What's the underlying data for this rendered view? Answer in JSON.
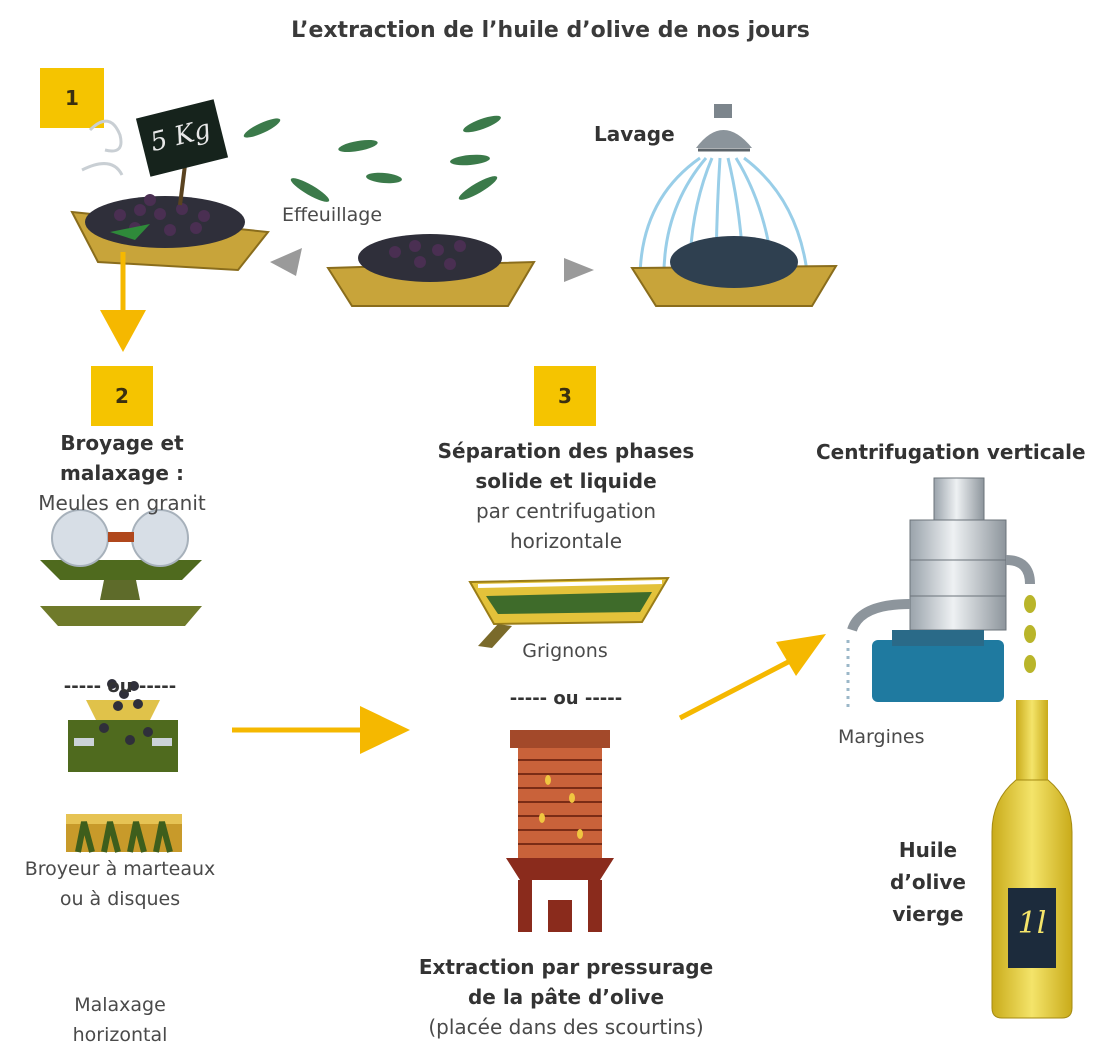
{
  "title": "L’extraction de l’huile d’olive de nos jours",
  "steps": {
    "s1": "1",
    "s2": "2",
    "s3": "3"
  },
  "step1": {
    "sign": "5 Kg",
    "effeuillage": "Effeuillage",
    "lavage": "Lavage"
  },
  "step2": {
    "title_line1": "Broyage et",
    "title_line2": "malaxage :",
    "meules": "Meules en granit",
    "ou": "----- ou -----",
    "broyeur_line1": "Broyeur à marteaux",
    "broyeur_line2": "ou à disques",
    "malaxage_line1": "Malaxage",
    "malaxage_line2": "horizontal"
  },
  "step3": {
    "title_line1": "Séparation des phases",
    "title_line2": "solide et liquide",
    "sub_line1": "par centrifugation",
    "sub_line2": "horizontale",
    "grignons": "Grignons",
    "ou": "----- ou -----",
    "press_line1": "Extraction par pressurage",
    "press_line2": "de la pâte d’olive",
    "press_line3": "(placée dans des scourtins)"
  },
  "step4": {
    "title": "Centrifugation verticale",
    "margines": "Margines",
    "oil_line1": "Huile",
    "oil_line2": "d’olive",
    "oil_line3": "vierge",
    "bottle_label": "1l"
  },
  "colors": {
    "badge": "#f5c400",
    "arrow_yellow": "#f5b800",
    "arrow_grey": "#9a9a9a",
    "olive": "#5e6b2a",
    "machine_blue": "#1f7aa0",
    "press_red": "#8a2b1c",
    "oil": "#e8cf3a"
  }
}
